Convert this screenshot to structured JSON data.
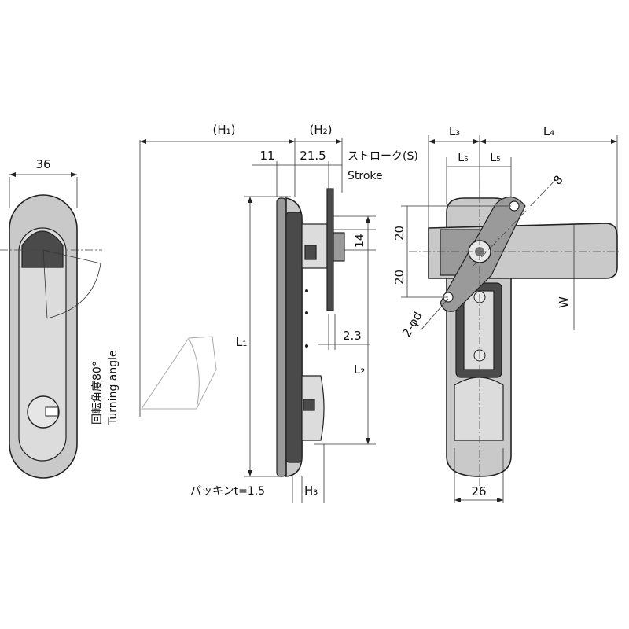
{
  "front_view": {
    "width_label": "36"
  },
  "side_view": {
    "h1_label": "(H₁)",
    "h2_label": "(H₂)",
    "dim_11": "11",
    "dim_21_5": "21.5",
    "stroke_label_jp": "ストローク(S)",
    "stroke_label_en": "Stroke",
    "dim_14": "14",
    "dim_2_3": "2.3",
    "l1_label": "L₁",
    "l2_label": "L₂",
    "gasket_label": "パッキンt=1.5",
    "h3_label": "H₃"
  },
  "rotation": {
    "angle_jp": "回転角度80°",
    "angle_en": "Turning angle"
  },
  "rear_view": {
    "l3_label": "L₃",
    "l4_label": "L₄",
    "l5_left": "L₅",
    "l5_right": "L₅",
    "dim_8": "8",
    "dim_20_top": "20",
    "dim_20_bottom": "20",
    "hole_label": "2-φd",
    "w_label": "W",
    "dim_26": "26"
  }
}
